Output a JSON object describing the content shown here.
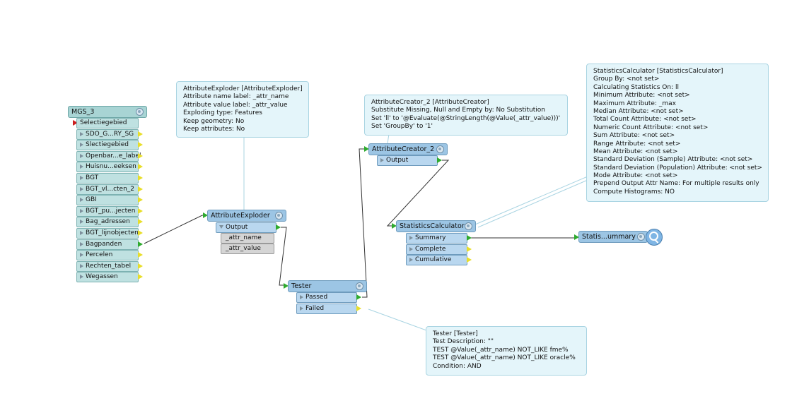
{
  "canvas": {
    "annotations": {
      "attribute_exploder": [
        "AttributeExploder [AttributeExploder]",
        "Attribute name label: _attr_name",
        "Attribute value label: _attr_value",
        "Exploding type: Features",
        "Keep geometry: No",
        "Keep attributes: No"
      ],
      "attribute_creator": [
        "AttributeCreator_2 [AttributeCreator]",
        "Substitute Missing, Null and Empty by: No Substitution",
        "Set 'll' to '@Evaluate(@StringLength(@Value(_attr_value)))'",
        "Set 'GroupBy' to '1'"
      ],
      "statistics_calculator": [
        "StatisticsCalculator [StatisticsCalculator]",
        "Group By: <not set>",
        "Calculating Statistics On: ll",
        "Minimum Attribute: <not set>",
        "Maximum Attribute: _max",
        "Median Attribute: <not set>",
        "Total Count Attribute: <not set>",
        "Numeric Count Attribute: <not set>",
        "Sum Attribute: <not set>",
        "Range Attribute: <not set>",
        "Mean Attribute: <not set>",
        "Standard Deviation (Sample) Attribute: <not set>",
        "Standard Deviation (Population) Attribute: <not set>",
        "Mode Attribute: <not set>",
        "Prepend Output Attr Name: For multiple results only",
        "Compute Histograms: NO"
      ],
      "tester": [
        "Tester [Tester]",
        "Test Description: \"\"",
        "TEST @Value(_attr_name) NOT_LIKE fme%",
        "TEST @Value(_attr_name) NOT_LIKE oracle%",
        "Condition: AND"
      ]
    },
    "reader": {
      "title": "MGS_3",
      "input_port": "Selectiegebied",
      "ports": [
        "SDO_G...RY_SG",
        "Slectiegebied",
        "Openbar...e_label",
        "Huisnu...eeksen",
        "BGT",
        "BGT_vl...cten_2",
        "GBI",
        "BGT_pu...jecten",
        "Bag_adressen",
        "BGT_lijnobjecten",
        "Bagpanden",
        "Percelen",
        "Rechten_tabel",
        "Wegassen"
      ]
    },
    "attribute_exploder": {
      "title": "AttributeExploder",
      "output": "Output",
      "attrs": [
        "_attr_name",
        "_attr_value"
      ]
    },
    "tester": {
      "title": "Tester",
      "ports": [
        "Passed",
        "Failed"
      ]
    },
    "attribute_creator": {
      "title": "AttributeCreator_2",
      "output": "Output"
    },
    "statistics_calculator": {
      "title": "StatisticsCalculator",
      "ports": [
        "Summary",
        "Complete",
        "Cumulative"
      ]
    },
    "inspector": {
      "title": "Statis...ummary"
    },
    "colors": {
      "transformer": "#9cc5e4",
      "reader": "#a8d4d4",
      "annotation_bg": "#e4f5fa",
      "port_connected": "#2eaa2e",
      "port_unconnected": "#e8de2a",
      "port_input_reader": "#cc1f1f"
    }
  }
}
